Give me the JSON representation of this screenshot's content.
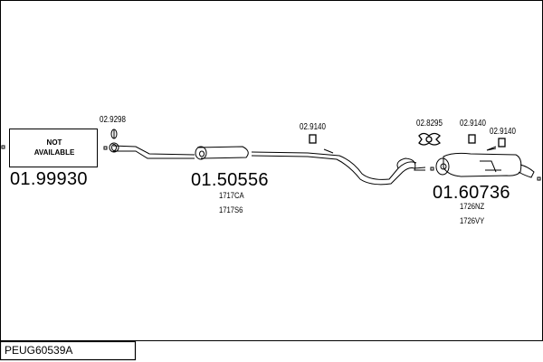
{
  "diagram_code": "PEUG60539A",
  "parts": [
    {
      "number": "01.99930",
      "box_label_1": "NOT",
      "box_label_2": "AVAILABLE"
    },
    {
      "number": "01.50556",
      "refs": [
        "1717CA",
        "1717S6"
      ]
    },
    {
      "number": "01.60736",
      "refs": [
        "1726NZ",
        "1726VY"
      ]
    }
  ],
  "accessories": [
    "02.9298",
    "02.9140",
    "02.8295",
    "02.9140",
    "02.9140"
  ]
}
